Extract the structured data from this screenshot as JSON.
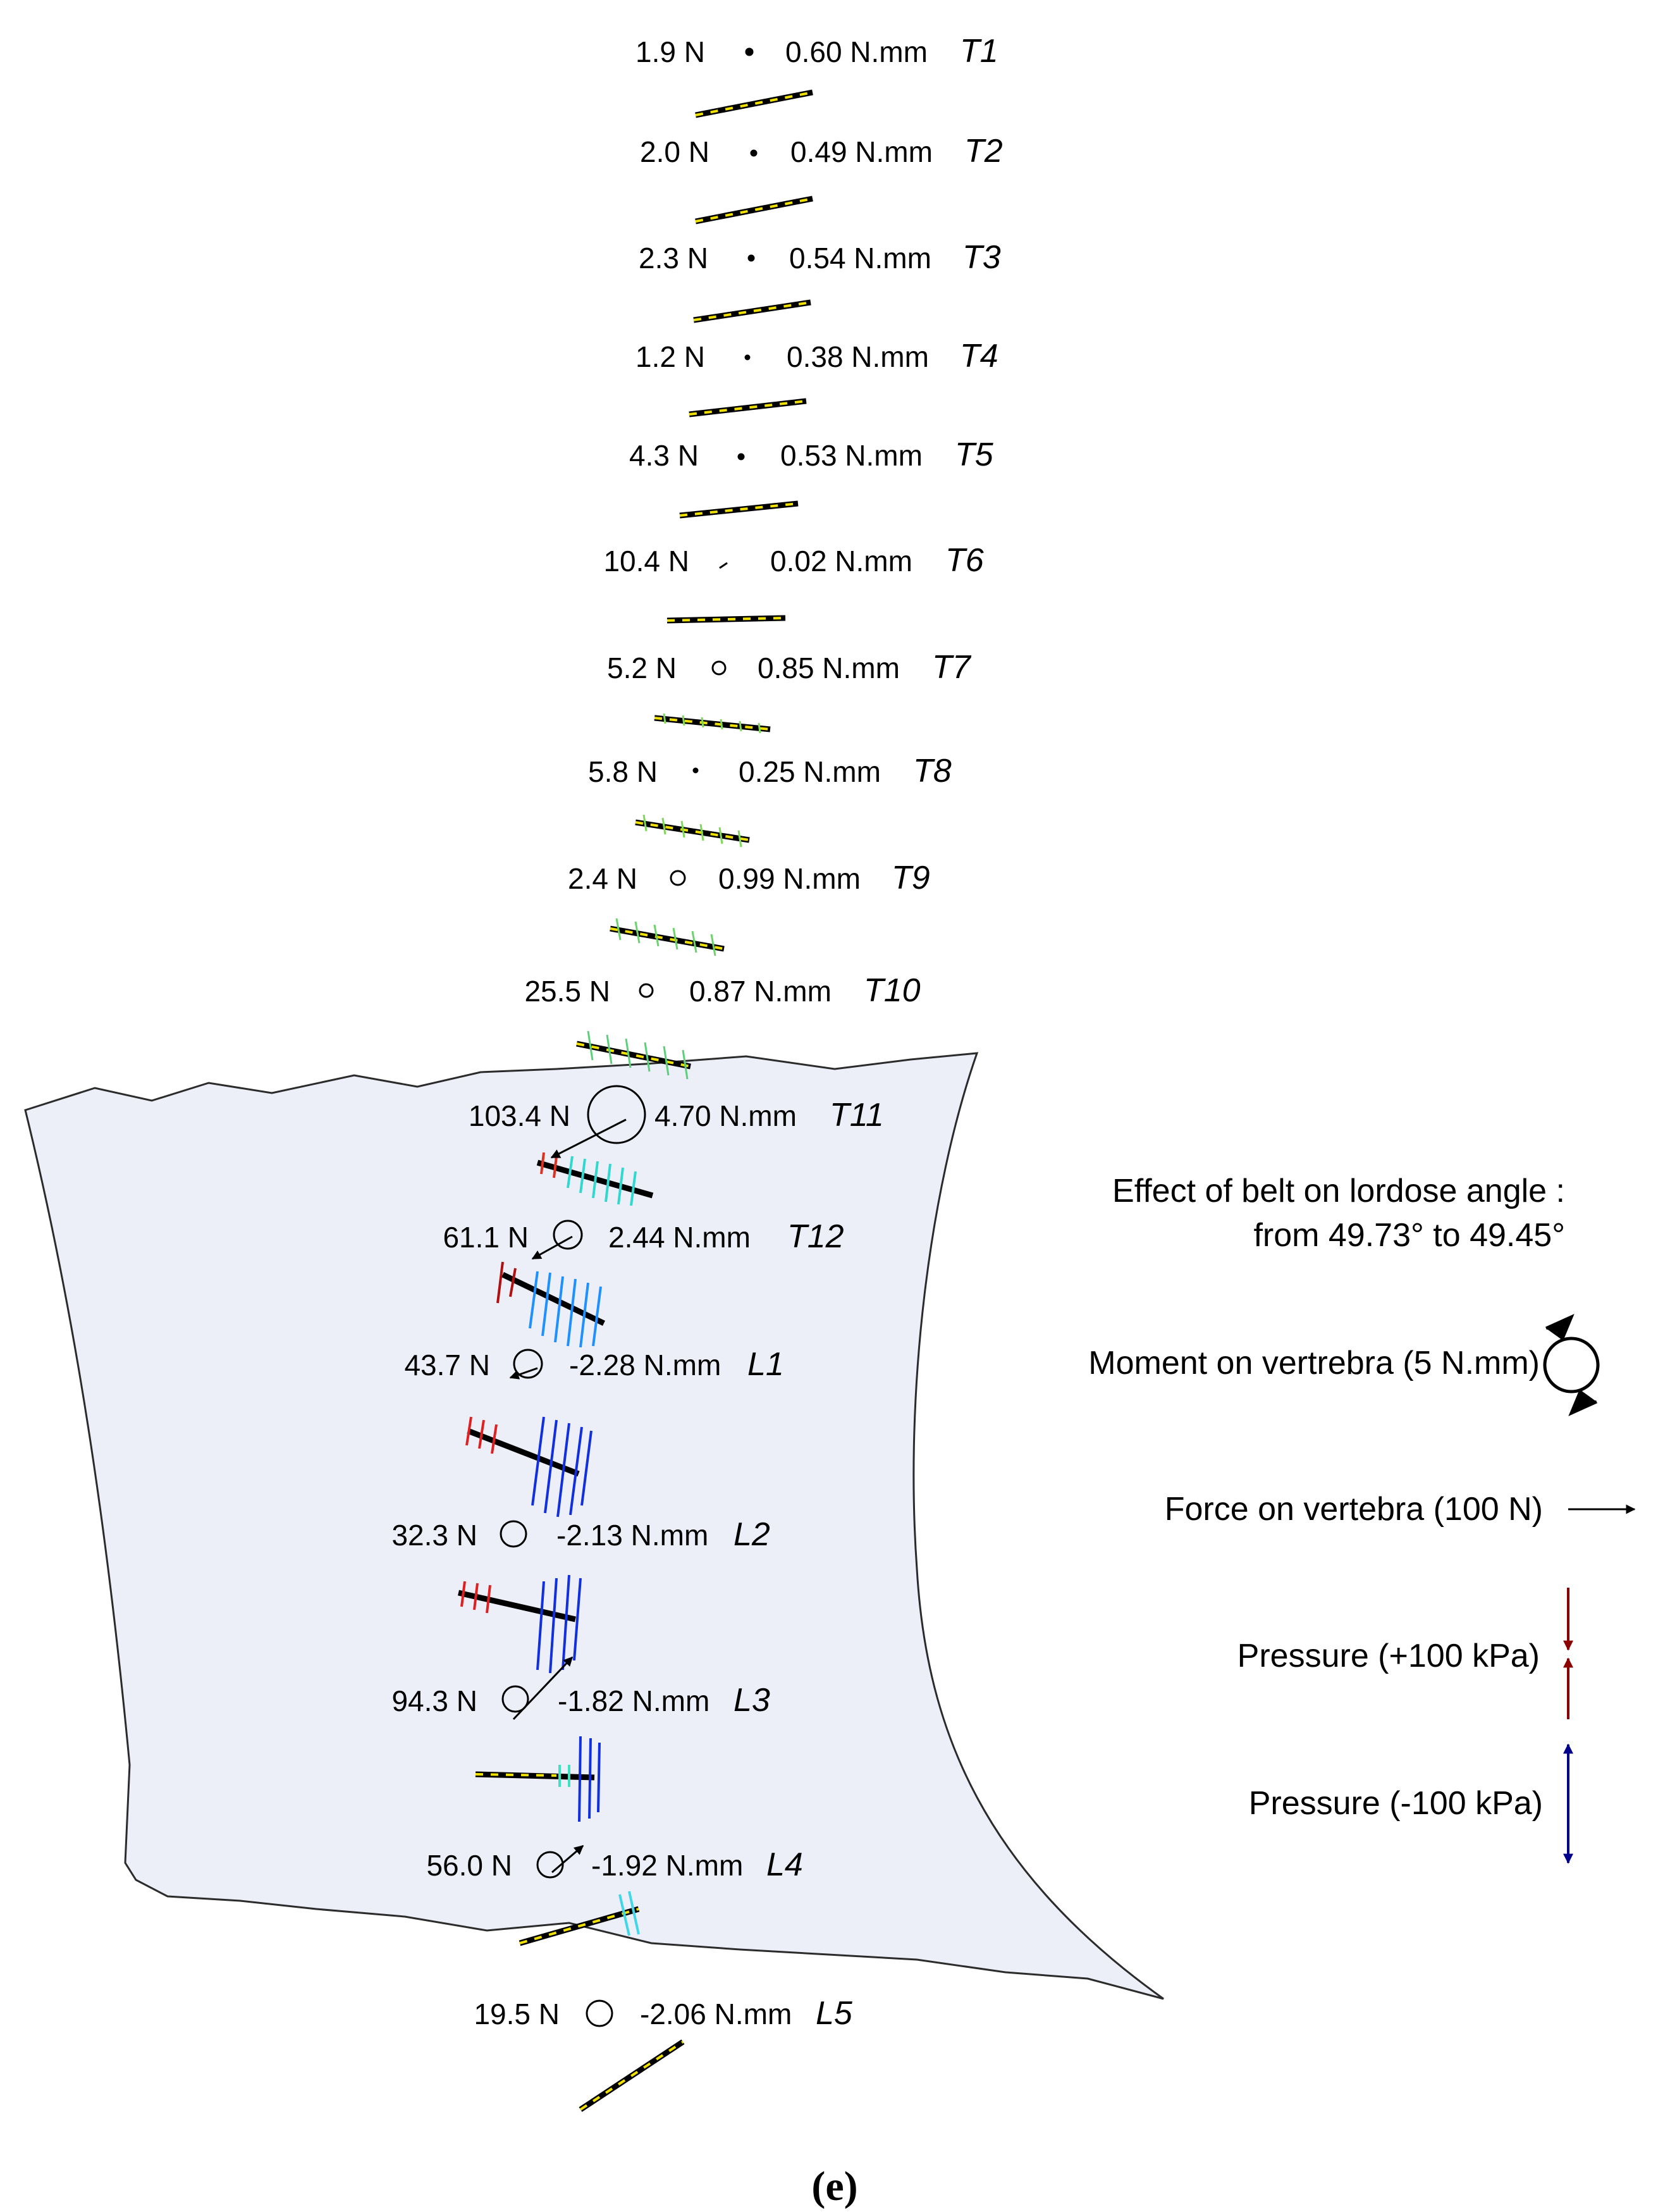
{
  "vertebrae": [
    {
      "name": "T1",
      "force": "1.9 N",
      "moment": "0.60 N.mm"
    },
    {
      "name": "T2",
      "force": "2.0 N",
      "moment": "0.49 N.mm"
    },
    {
      "name": "T3",
      "force": "2.3 N",
      "moment": "0.54 N.mm"
    },
    {
      "name": "T4",
      "force": "1.2 N",
      "moment": "0.38 N.mm"
    },
    {
      "name": "T5",
      "force": "4.3 N",
      "moment": "0.53 N.mm"
    },
    {
      "name": "T6",
      "force": "10.4 N",
      "moment": "0.02 N.mm"
    },
    {
      "name": "T7",
      "force": "5.2 N",
      "moment": "0.85 N.mm"
    },
    {
      "name": "T8",
      "force": "5.8 N",
      "moment": "0.25 N.mm"
    },
    {
      "name": "T9",
      "force": "2.4 N",
      "moment": "0.99 N.mm"
    },
    {
      "name": "T10",
      "force": "25.5 N",
      "moment": "0.87 N.mm"
    },
    {
      "name": "T11",
      "force": "103.4 N",
      "moment": "4.70 N.mm"
    },
    {
      "name": "T12",
      "force": "61.1 N",
      "moment": "2.44 N.mm"
    },
    {
      "name": "L1",
      "force": "43.7 N",
      "moment": "-2.28 N.mm"
    },
    {
      "name": "L2",
      "force": "32.3 N",
      "moment": "-2.13 N.mm"
    },
    {
      "name": "L3",
      "force": "94.3 N",
      "moment": "-1.82 N.mm"
    },
    {
      "name": "L4",
      "force": "56.0 N",
      "moment": "-1.92 N.mm"
    },
    {
      "name": "L5",
      "force": "19.5 N",
      "moment": "-2.06 N.mm"
    }
  ],
  "legend": {
    "effect_line1": "Effect of belt on lordose angle :",
    "effect_line2": "from 49.73° to 49.45°",
    "moment": "Moment on vertrebra (5 N.mm)",
    "force": "Force on vertebra (100 N)",
    "pressure_pos": "Pressure (+100 kPa)",
    "pressure_neg": "Pressure (-100 kPa)"
  },
  "colors": {
    "belt_fill": "#eceef8",
    "belt_stroke": "#2b2b2b",
    "endplate_dash": "#f0e000",
    "pressure_pos": "#8b0000",
    "pressure_neg": "#00008b"
  },
  "caption": "(e)"
}
